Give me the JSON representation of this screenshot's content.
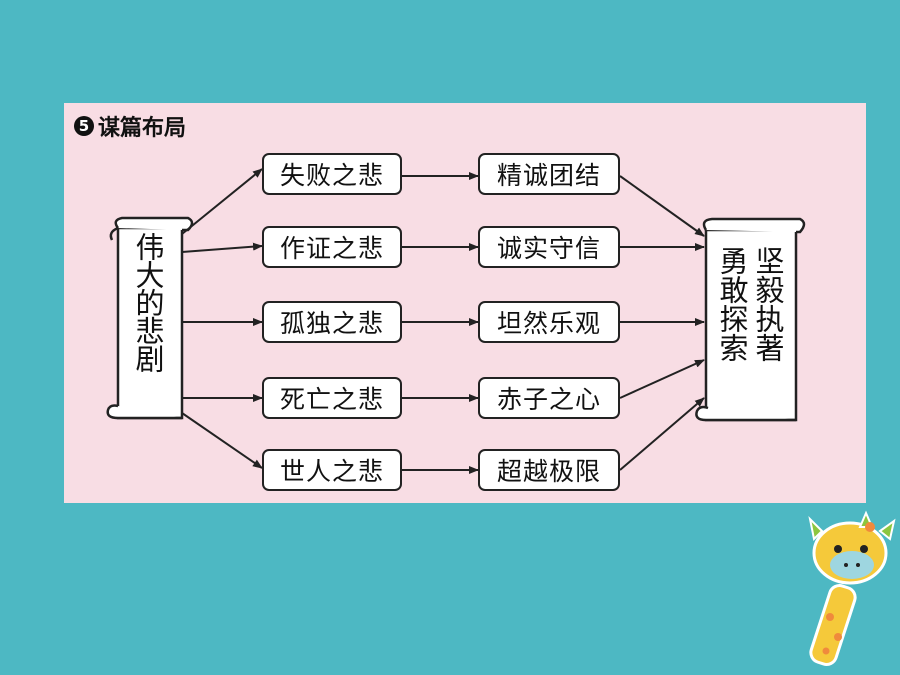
{
  "section": {
    "number": "5",
    "title": "谋篇布局"
  },
  "root": {
    "label": "伟大的悲剧"
  },
  "tragedies": [
    "失败之悲",
    "作证之悲",
    "孤独之悲",
    "死亡之悲",
    "世人之悲"
  ],
  "virtues": [
    "精诚团结",
    "诚实守信",
    "坦然乐观",
    "赤子之心",
    "超越极限"
  ],
  "conclusion": {
    "col1": "勇敢探索",
    "col2": "坚毅执著"
  },
  "colors": {
    "background": "#4db8c3",
    "panel": "#f8dde4",
    "stroke": "#222222"
  }
}
